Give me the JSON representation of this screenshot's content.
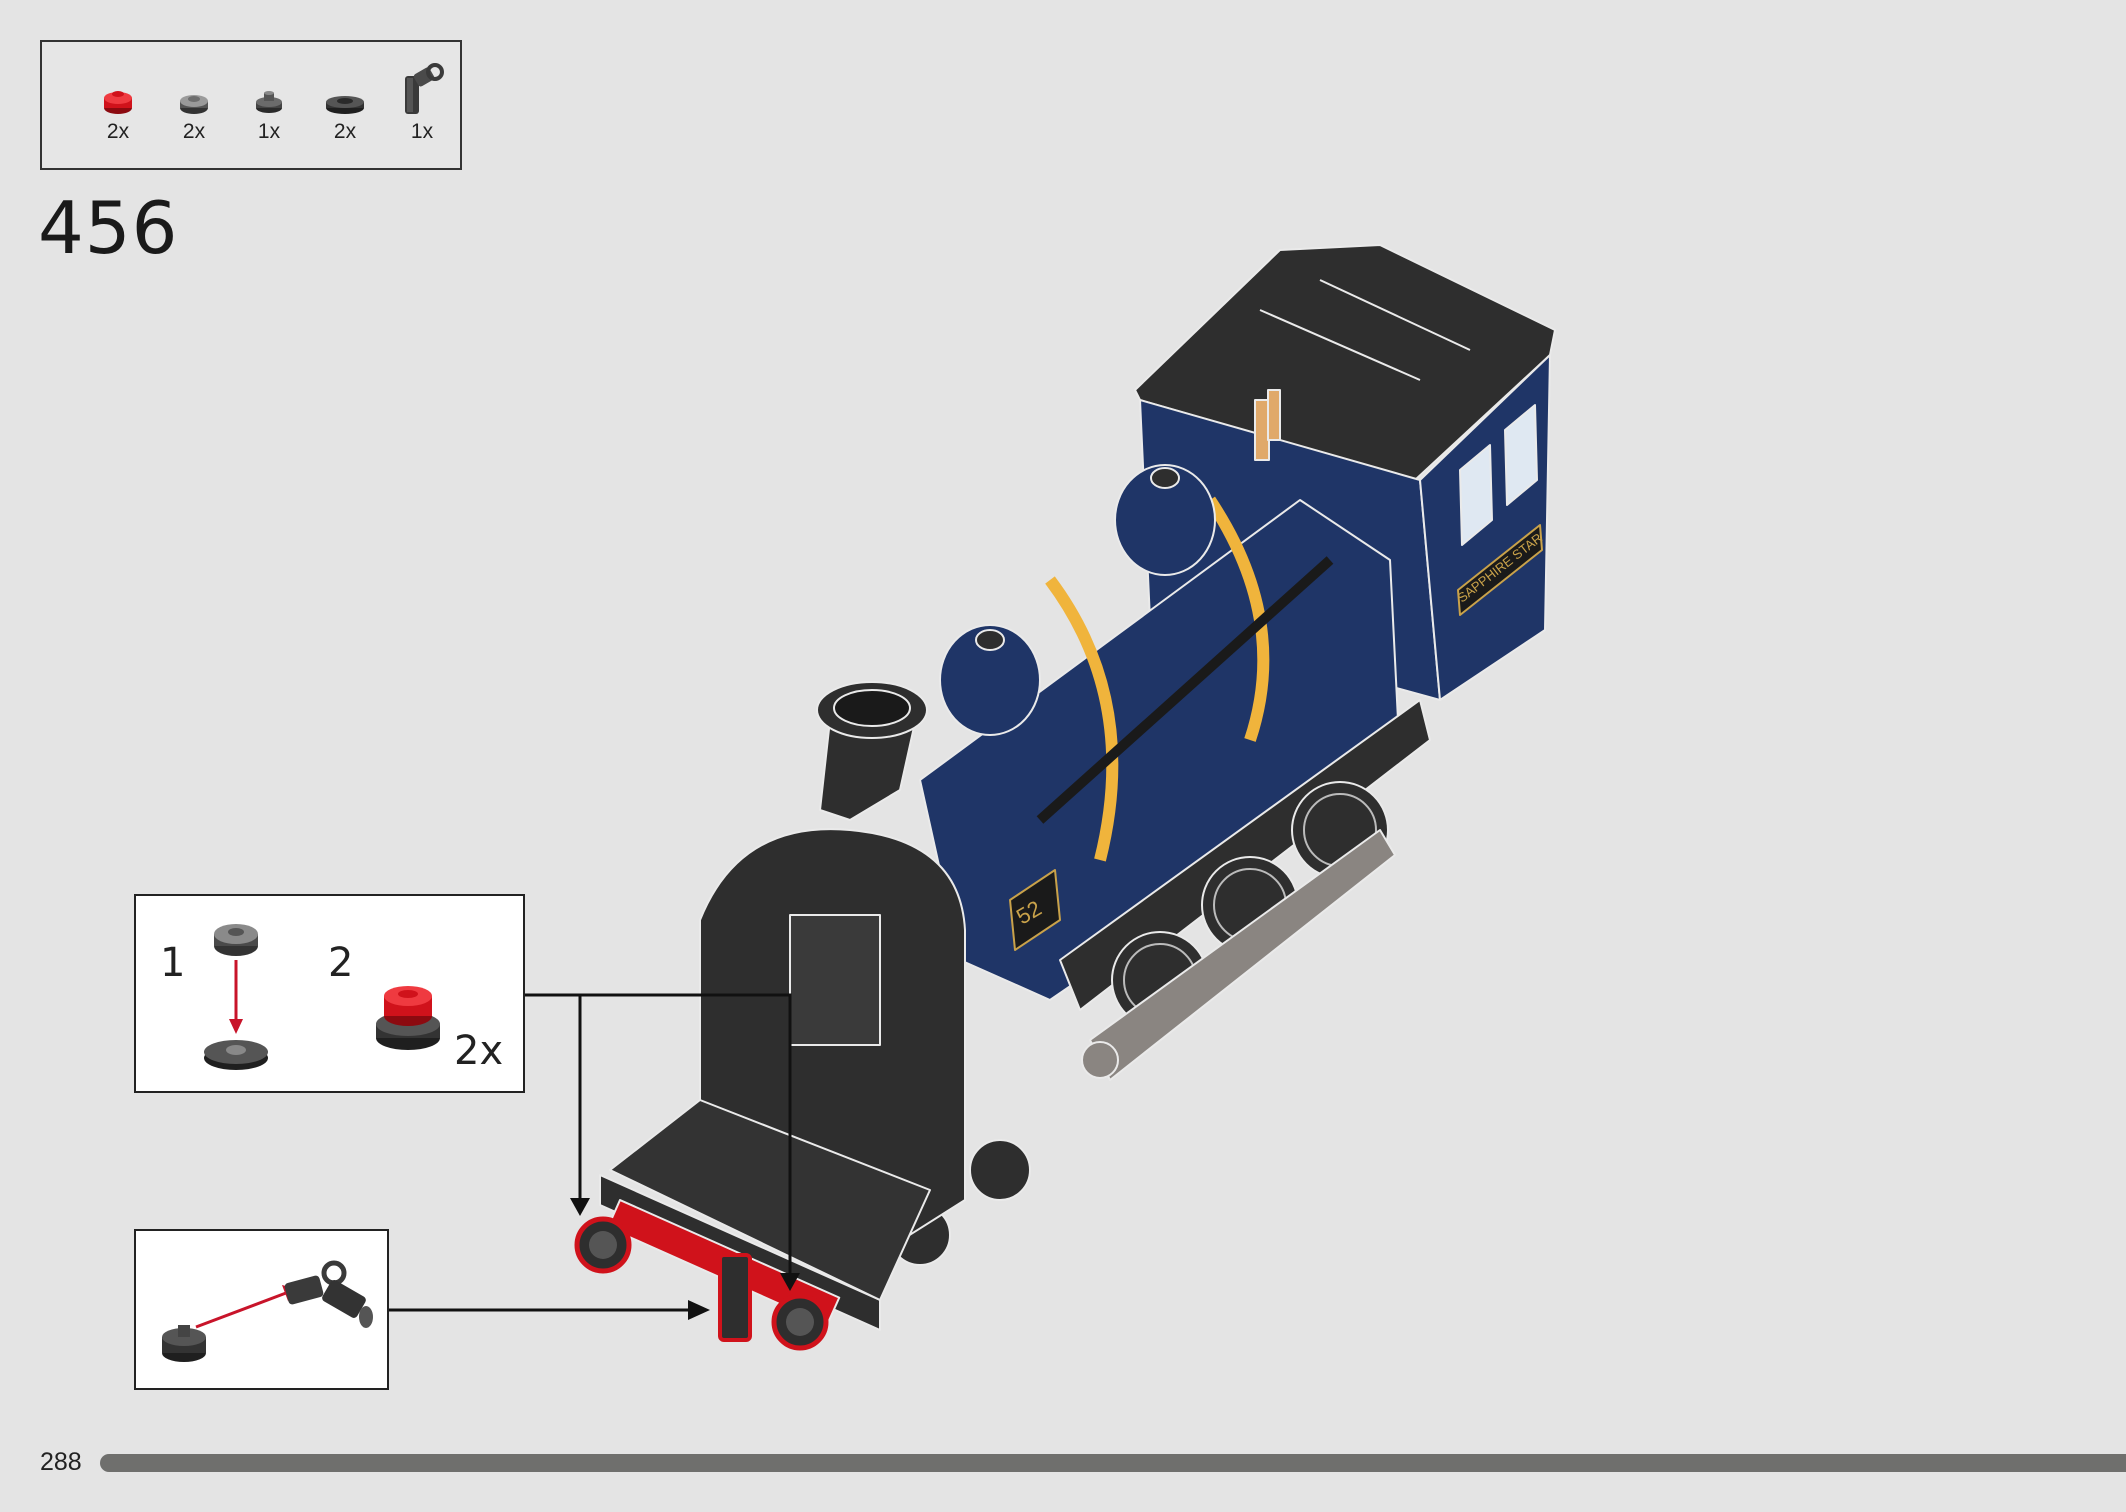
{
  "parts_list": [
    {
      "icon": "red-round-tile-icon",
      "color": "#d0121b",
      "qty": "2x"
    },
    {
      "icon": "grey-round-plate-icon",
      "color": "#8a8a8a",
      "qty": "2x"
    },
    {
      "icon": "dark-round-stud-icon",
      "color": "#555555",
      "qty": "1x"
    },
    {
      "icon": "dark-round-plate-icon",
      "color": "#3c3c3c",
      "qty": "2x"
    },
    {
      "icon": "clip-bracket-icon",
      "color": "#3a3a3a",
      "qty": "1x"
    }
  ],
  "step_number": "456",
  "callout_a": {
    "sub_step_1": "1",
    "sub_step_2": "2",
    "multiplier": "2x"
  },
  "locomotive": {
    "number_plate": "52",
    "name_plate": "SAPPHIRE STAR",
    "body_color": "#1f3567",
    "stripe_color": "#f0b43c",
    "black_color": "#2e2e2e"
  },
  "page_number": "288",
  "progress": 1.0
}
